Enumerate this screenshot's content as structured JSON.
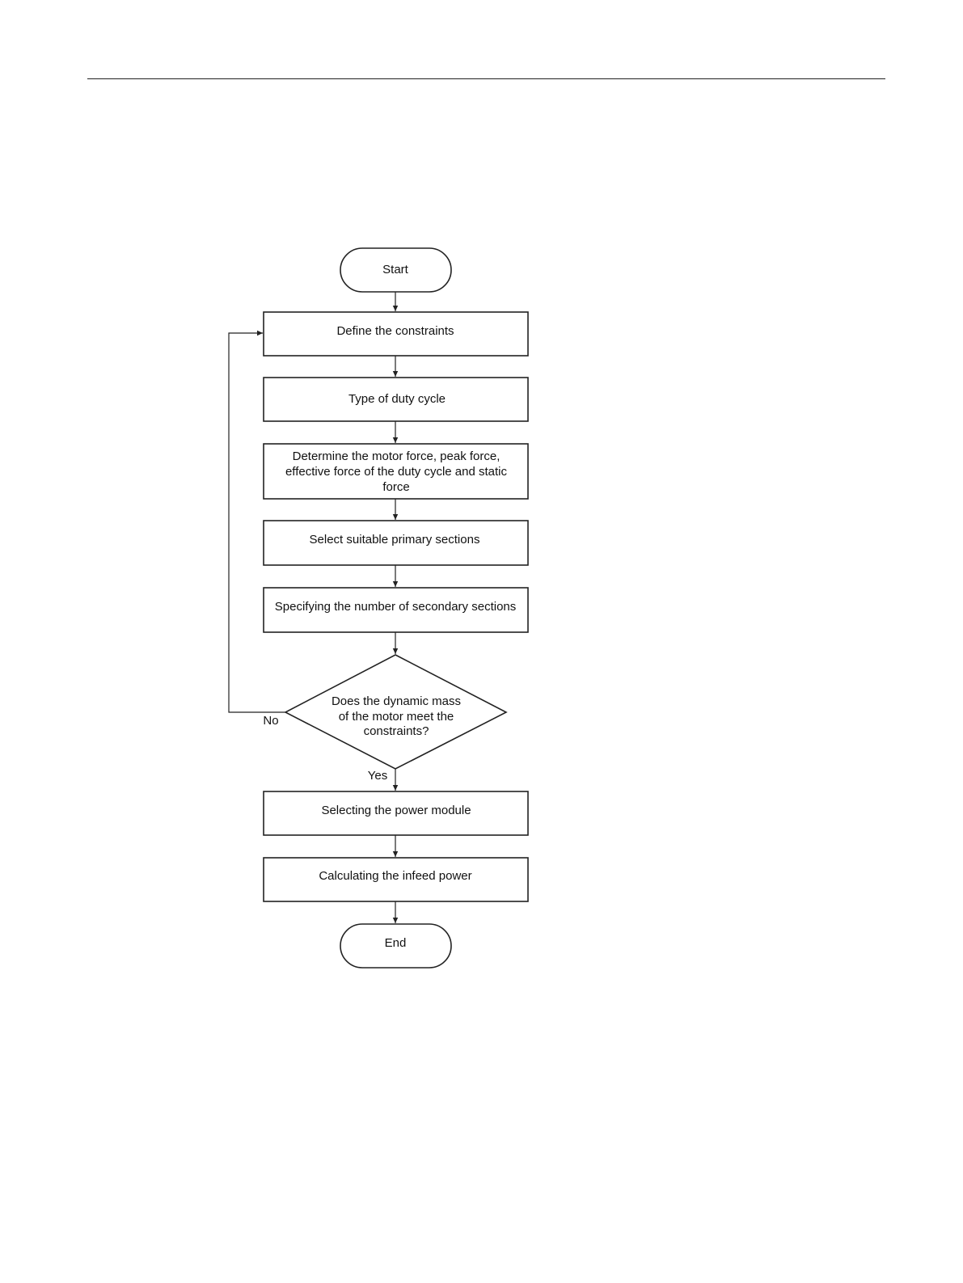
{
  "flowchart": {
    "start_label": "Start",
    "define_constraints": "Define the constraints",
    "duty_cycle_type": "Type of duty cycle",
    "determine_force": [
      "Determine the motor force, peak force,",
      "effective force of the duty cycle and static",
      "force"
    ],
    "select_primary": "Select suitable primary sections",
    "specify_secondary": "Specifying the number of secondary sections",
    "decision": [
      "Does the dynamic mass",
      "of the motor meet the",
      "constraints?"
    ],
    "no_label": "No",
    "yes_label": "Yes",
    "select_power_module": "Selecting the power module",
    "infeed_power": "Calculating the infeed power",
    "end_label": "End"
  }
}
